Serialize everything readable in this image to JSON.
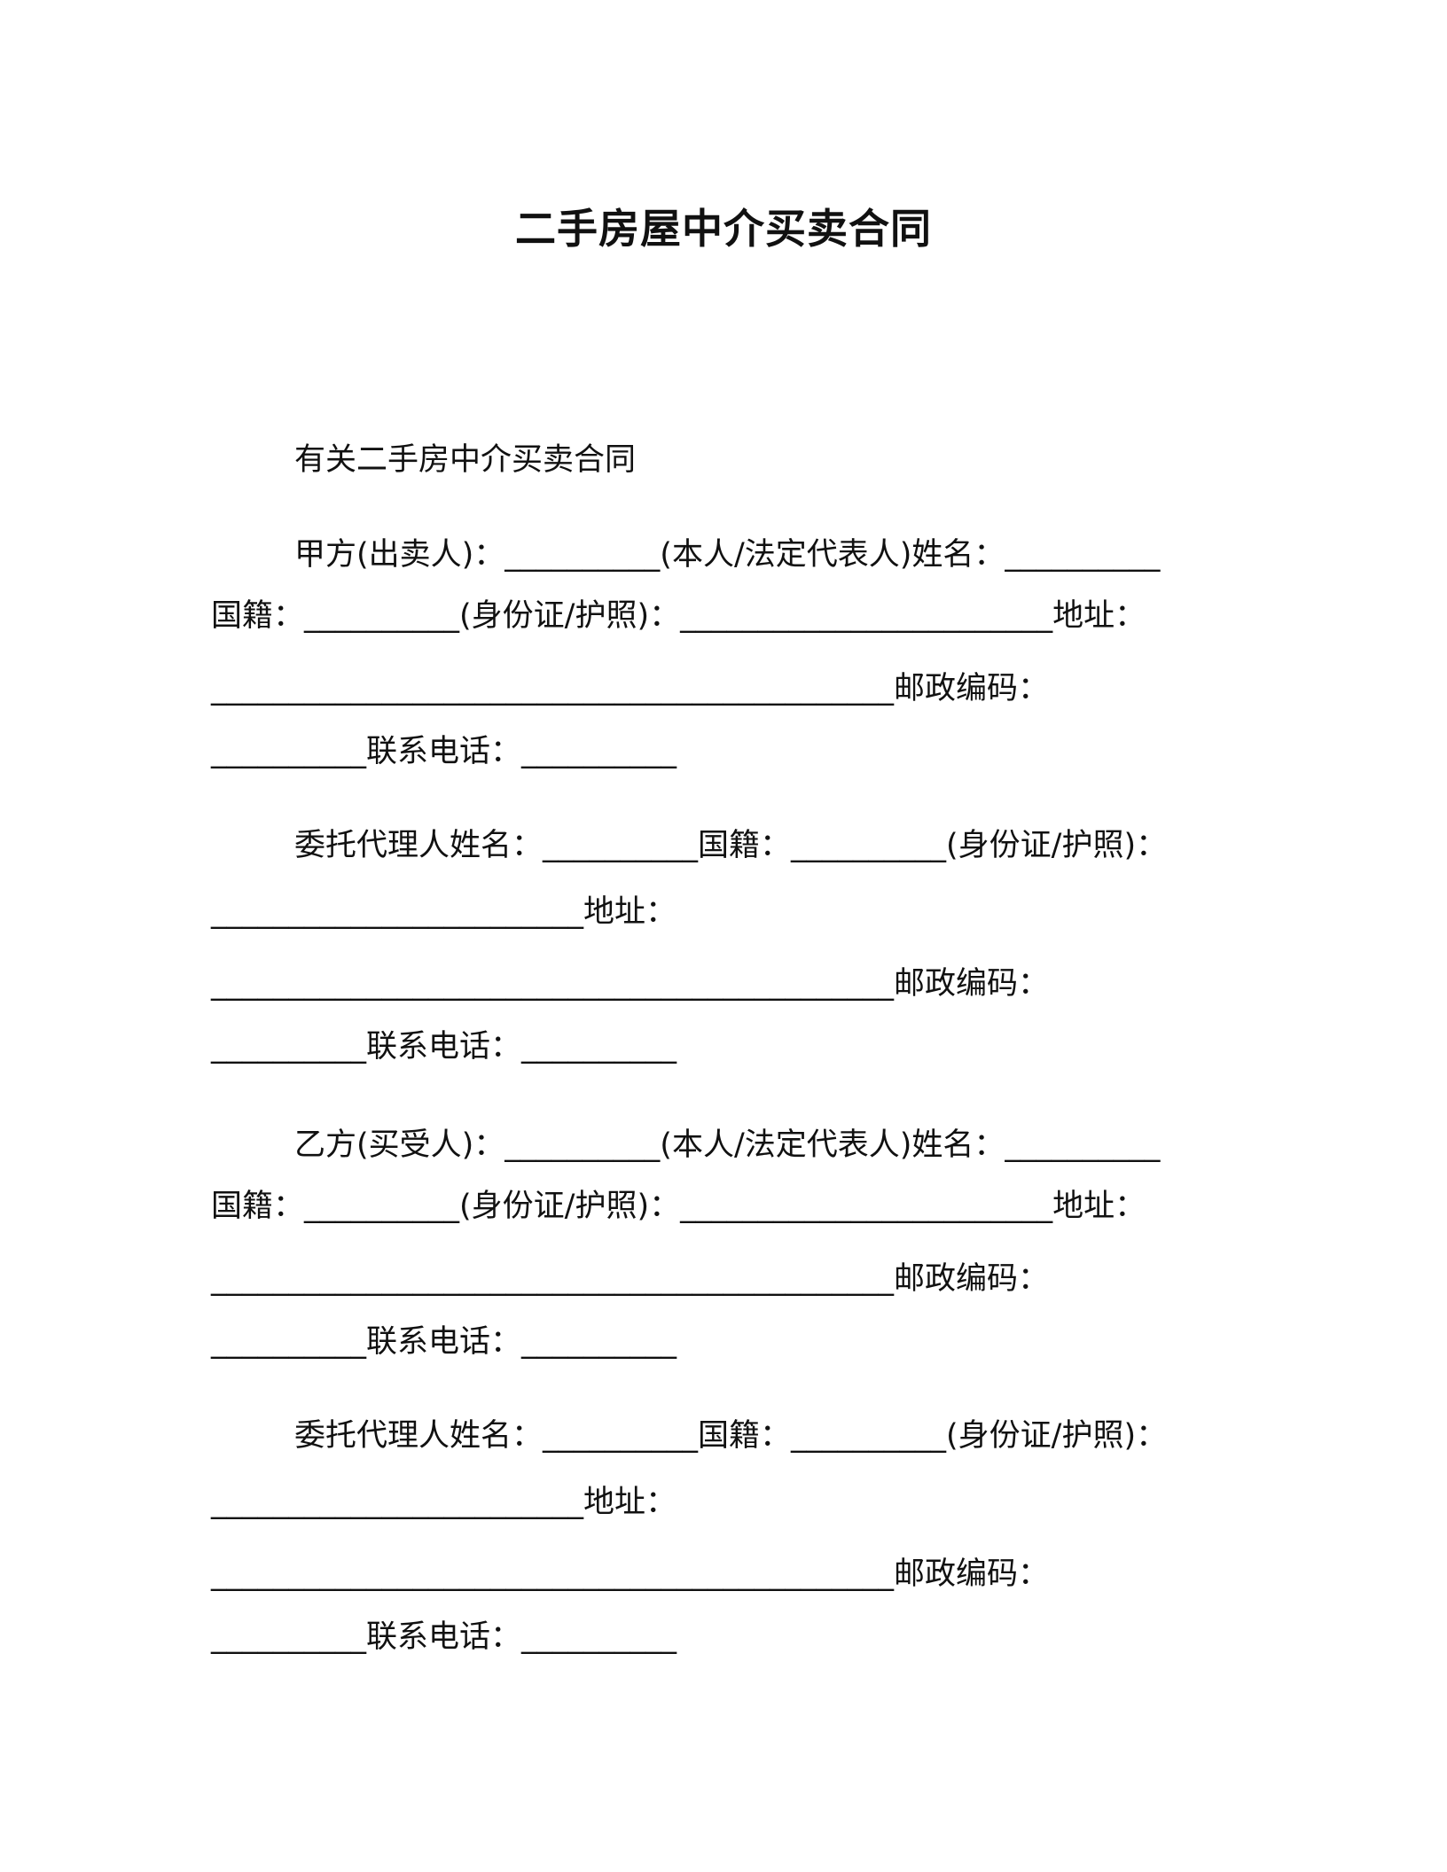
{
  "document": {
    "title": "二手房屋中介买卖合同",
    "subtitle": "有关二手房中介买卖合同",
    "party_a": {
      "line1": "甲方(出卖人)：__________(本人/法定代表人)姓名：__________",
      "line2": "国籍：__________(身份证/护照)：________________________地址：",
      "line3": "____________________________________________邮政编码：",
      "line4": "__________联系电话：__________"
    },
    "agent_a": {
      "line1": "委托代理人姓名：__________国籍：__________(身份证/护照)：",
      "line2": "________________________地址：",
      "line3": "____________________________________________邮政编码：",
      "line4": "__________联系电话：__________"
    },
    "party_b": {
      "line1": "乙方(买受人)：__________(本人/法定代表人)姓名：__________",
      "line2": "国籍：__________(身份证/护照)：________________________地址：",
      "line3": "____________________________________________邮政编码：",
      "line4": "__________联系电话：__________"
    },
    "agent_b": {
      "line1": "委托代理人姓名：__________国籍：__________(身份证/护照)：",
      "line2": "________________________地址：",
      "line3": "____________________________________________邮政编码：",
      "line4": "__________联系电话：__________"
    }
  }
}
